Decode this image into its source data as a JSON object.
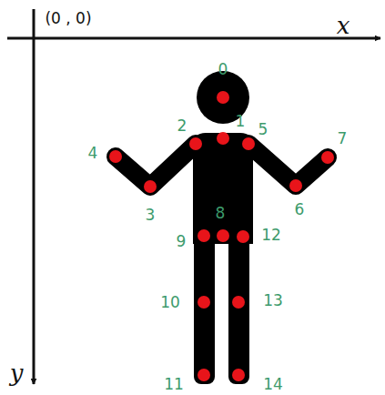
{
  "diagram": {
    "labels": [
      "(0 , 0)",
      "x",
      "y",
      "0",
      "1",
      "2",
      "3",
      "4",
      "5",
      "6",
      "7",
      "8",
      "9",
      "10",
      "11",
      "12",
      "13",
      "14"
    ]
  }
}
